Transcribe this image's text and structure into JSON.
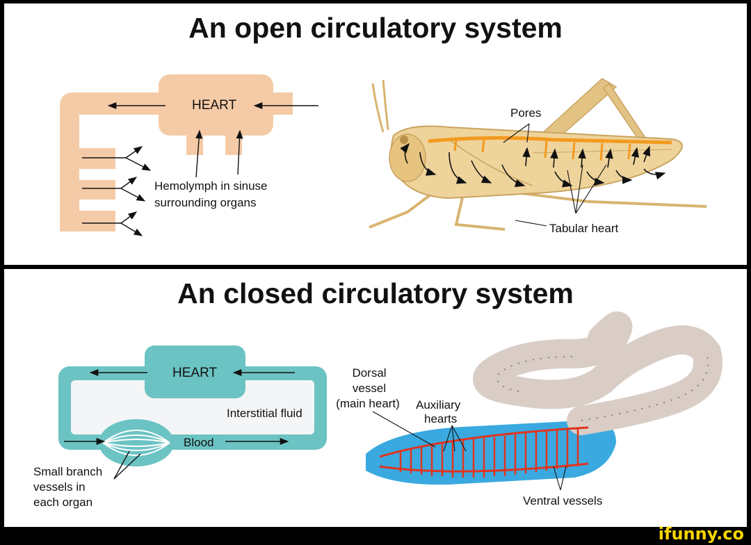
{
  "open": {
    "title": "An open circulatory system",
    "heart": "HEART",
    "hemolymph_line1": "Hemolymph in sinuse",
    "hemolymph_line2": "surrounding organs",
    "pores": "Pores",
    "tubular_heart": "Tabular heart"
  },
  "closed": {
    "title": "An closed circulatory system",
    "heart": "HEART",
    "interstitial": "Interstitial fluid",
    "blood": "Blood",
    "small_branch_1": "Small branch",
    "small_branch_2": "vessels in",
    "small_branch_3": "each organ",
    "dorsal_1": "Dorsal",
    "dorsal_2": "vessel",
    "dorsal_3": "(main heart)",
    "auxiliary_1": "Auxiliary",
    "auxiliary_2": "hearts",
    "ventral": "Ventral vessels"
  },
  "watermark": "ifunny.co",
  "colors": {
    "open_diagram": "#f5cba7",
    "closed_diagram": "#6cc3c3",
    "grasshopper": "#e8c98a",
    "vessel_orange": "#f39a1e",
    "worm": "#d9cdc6",
    "worm_blue": "#3aa9e0",
    "worm_red": "#e0341e"
  }
}
